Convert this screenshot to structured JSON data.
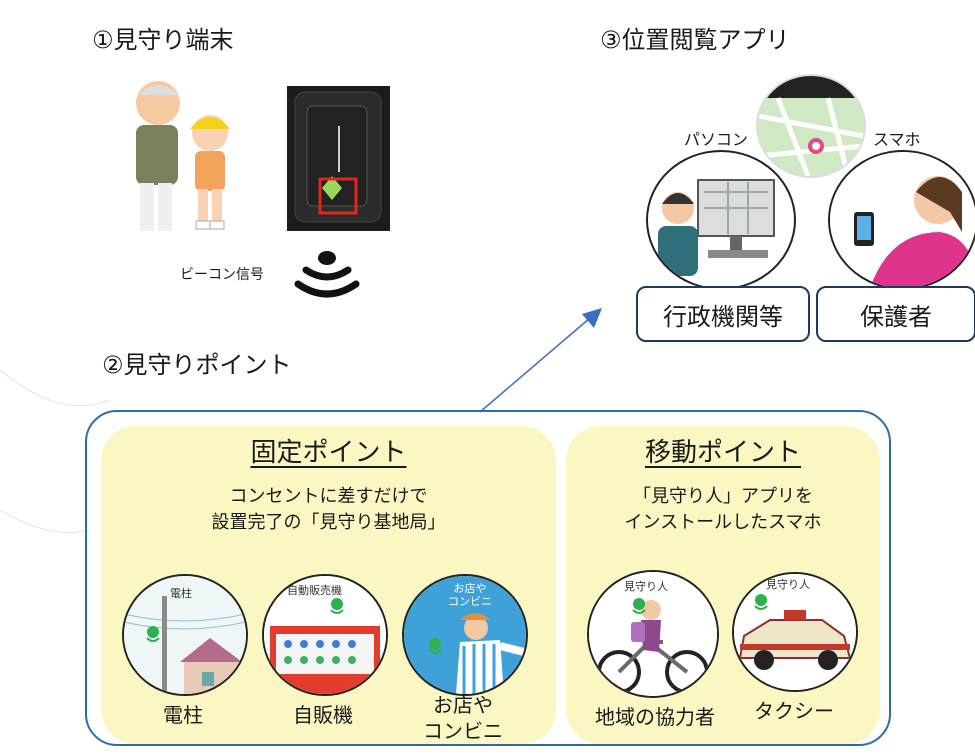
{
  "sections": {
    "device_title": "①見守り端末",
    "point_title": "②見守りポイント",
    "app_title": "③位置閲覧アプリ"
  },
  "device": {
    "beacon_label": "ビーコン信号"
  },
  "app": {
    "pc_label": "パソコン",
    "phone_label": "スマホ",
    "box_government": "行政機関等",
    "box_guardian": "保護者"
  },
  "fixed": {
    "title": "固定ポイント",
    "desc": "コンセントに差すだけで\n設置完了の「見守り基地局」",
    "items": [
      {
        "label": "電柱",
        "tag": "電柱"
      },
      {
        "label": "自販機",
        "tag": "自動販売機"
      },
      {
        "label": "お店や\nコンビニ",
        "tag": "お店や\nコンビニ"
      }
    ]
  },
  "mobile": {
    "title": "移動ポイント",
    "desc": "「見守り人」アプリを\nインストールしたスマホ",
    "items": [
      {
        "label": "地域の協力者",
        "tag": "見守り人"
      },
      {
        "label": "タクシー",
        "tag": "見守り人"
      }
    ]
  },
  "colors": {
    "panel_bg": "#fbf7c2",
    "frame": "#2e6da4",
    "arrow": "#3a6fc1",
    "beacon_green": "#2bb24c"
  }
}
